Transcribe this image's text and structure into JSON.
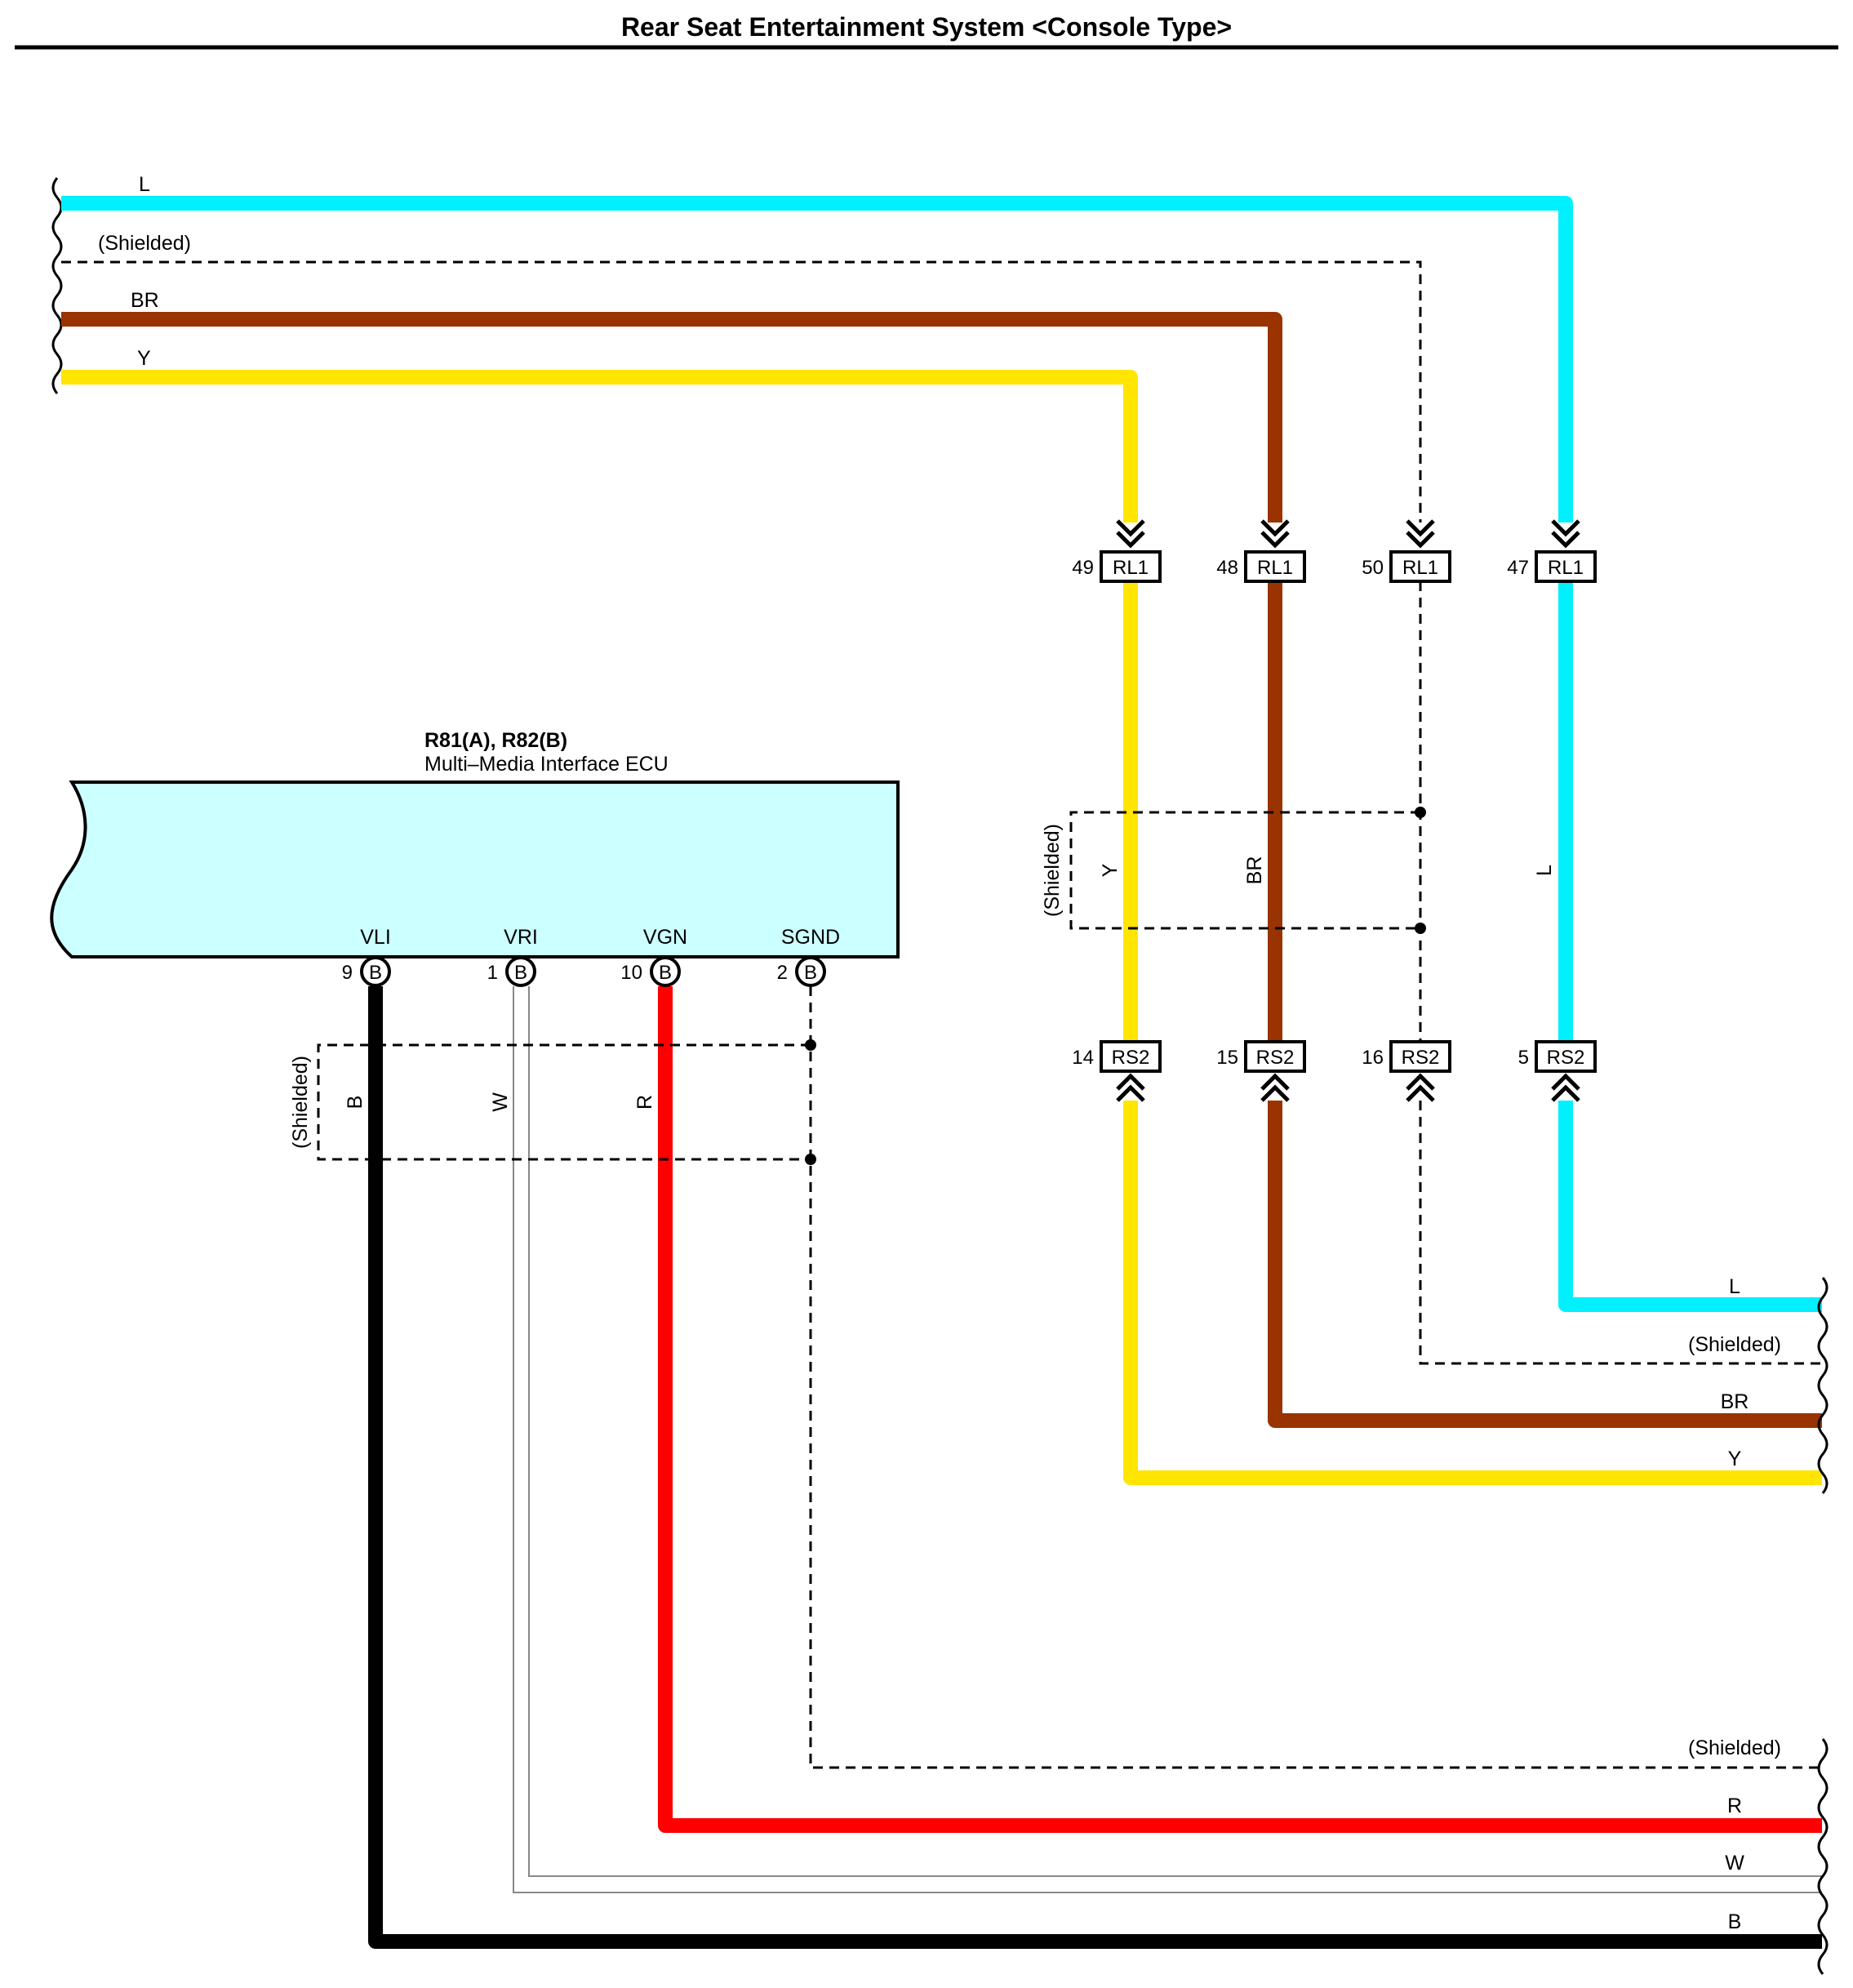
{
  "title": "Rear Seat Entertainment System <Console Type>",
  "colors": {
    "L": "#00f0ff",
    "BR": "#993300",
    "Y": "#ffe500",
    "R": "#ff0000",
    "W": "#ffffff",
    "B": "#000000",
    "ecu_fill": "#ccffff"
  },
  "top_wires": [
    {
      "id": "L",
      "label": "L"
    },
    {
      "id": "shield",
      "label": "(Shielded)"
    },
    {
      "id": "BR",
      "label": "BR"
    },
    {
      "id": "Y",
      "label": "Y"
    }
  ],
  "rl1_connectors": [
    {
      "pin": "49",
      "code": "RL1",
      "wire": "Y"
    },
    {
      "pin": "48",
      "code": "RL1",
      "wire": "BR"
    },
    {
      "pin": "50",
      "code": "RL1",
      "wire": "shield"
    },
    {
      "pin": "47",
      "code": "RL1",
      "wire": "L"
    }
  ],
  "rs2_connectors": [
    {
      "pin": "14",
      "code": "RS2",
      "wire": "Y"
    },
    {
      "pin": "15",
      "code": "RS2",
      "wire": "BR"
    },
    {
      "pin": "16",
      "code": "RS2",
      "wire": "shield"
    },
    {
      "pin": "5",
      "code": "RS2",
      "wire": "L"
    }
  ],
  "right_shield": {
    "label": "(Shielded)",
    "wire_labels": [
      "Y",
      "BR",
      "L"
    ]
  },
  "right_wires_mid": [
    {
      "id": "L",
      "label": "L"
    },
    {
      "id": "shield",
      "label": "(Shielded)"
    },
    {
      "id": "BR",
      "label": "BR"
    },
    {
      "id": "Y",
      "label": "Y"
    }
  ],
  "ecu": {
    "code": "R81(A), R82(B)",
    "name": "Multi–Media Interface ECU",
    "terminals": [
      {
        "name": "VLI",
        "pin": "9",
        "connector": "B"
      },
      {
        "name": "VRI",
        "pin": "1",
        "connector": "B"
      },
      {
        "name": "VGN",
        "pin": "10",
        "connector": "B"
      },
      {
        "name": "SGND",
        "pin": "2",
        "connector": "B"
      }
    ]
  },
  "ecu_shield": {
    "label": "(Shielded)",
    "wire_labels": [
      "B",
      "W",
      "R"
    ]
  },
  "bottom_wires": [
    {
      "id": "shield",
      "label": "(Shielded)"
    },
    {
      "id": "R",
      "label": "R"
    },
    {
      "id": "W",
      "label": "W"
    },
    {
      "id": "B",
      "label": "B"
    }
  ]
}
